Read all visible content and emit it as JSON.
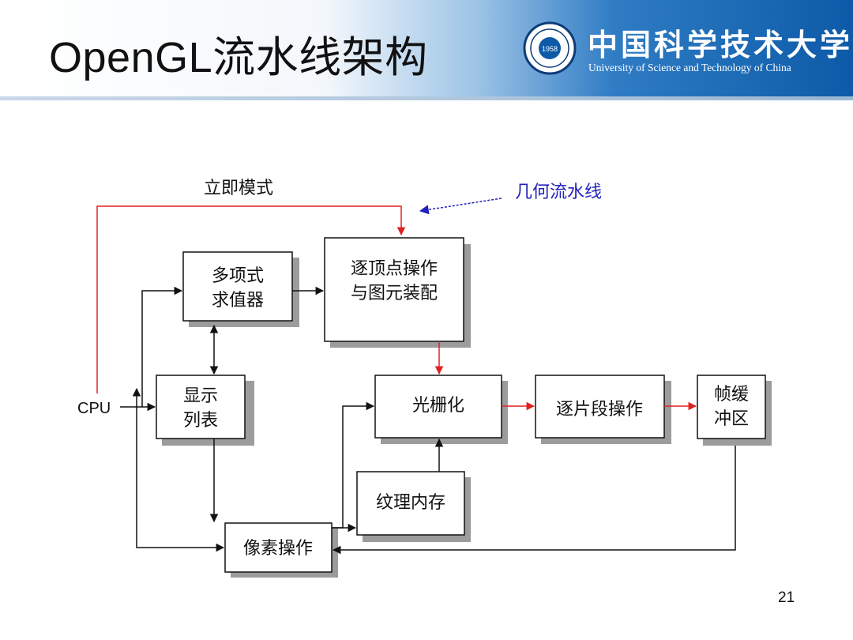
{
  "slide": {
    "title": "OpenGL流水线架构",
    "page_number": "21"
  },
  "logo": {
    "cn_name": "中国科学技术大学",
    "en_name": "University of Science and Technology of China",
    "emblem_year": "1958"
  },
  "diagram": {
    "cpu_label": "CPU",
    "immediate_mode_label": "立即模式",
    "geometry_pipeline_label": "几何流水线",
    "boxes": {
      "polynomial_evaluator": [
        "多项式",
        "求值器"
      ],
      "per_vertex_ops": [
        "逐顶点操作",
        "与图元装配"
      ],
      "display_list": [
        "显示",
        "列表"
      ],
      "rasterization": [
        "光栅化"
      ],
      "per_fragment_ops": [
        "逐片段操作"
      ],
      "frame_buffer": [
        "帧缓",
        "冲区"
      ],
      "texture_memory": [
        "纹理内存"
      ],
      "pixel_operations": [
        "像素操作"
      ]
    }
  },
  "colors": {
    "arrow_black": "#111111",
    "arrow_red": "#e02020",
    "annotation_blue": "#2222bb",
    "header_blue": "#0d5aa8"
  }
}
